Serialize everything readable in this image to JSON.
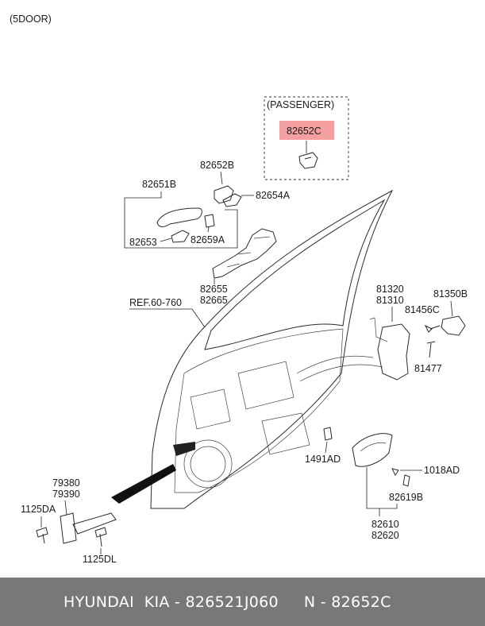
{
  "variant": "(5DOOR)",
  "passenger_label": "(PASSENGER)",
  "highlight_color": "#f4a0a0",
  "parts": {
    "p82652C": "82652C",
    "p82652B": "82652B",
    "p82651B": "82651B",
    "p82654A": "82654A",
    "p82653": "82653",
    "p82659A": "82659A",
    "p82655": "82655",
    "p82665": "82665",
    "ref": "REF.60-760",
    "p81320": "81320",
    "p81310": "81310",
    "p81350B": "81350B",
    "p81456C": "81456C",
    "p81477": "81477",
    "p1491AD": "1491AD",
    "p1018AD": "1018AD",
    "p82619B": "82619B",
    "p82610": "82610",
    "p82620": "82620",
    "p79380": "79380",
    "p79390": "79390",
    "p1125DA": "1125DA",
    "p1125DL": "1125DL"
  },
  "footer": {
    "brand": "HYUNDAI  KIA - 826521J060",
    "code": "N - 82652C"
  }
}
